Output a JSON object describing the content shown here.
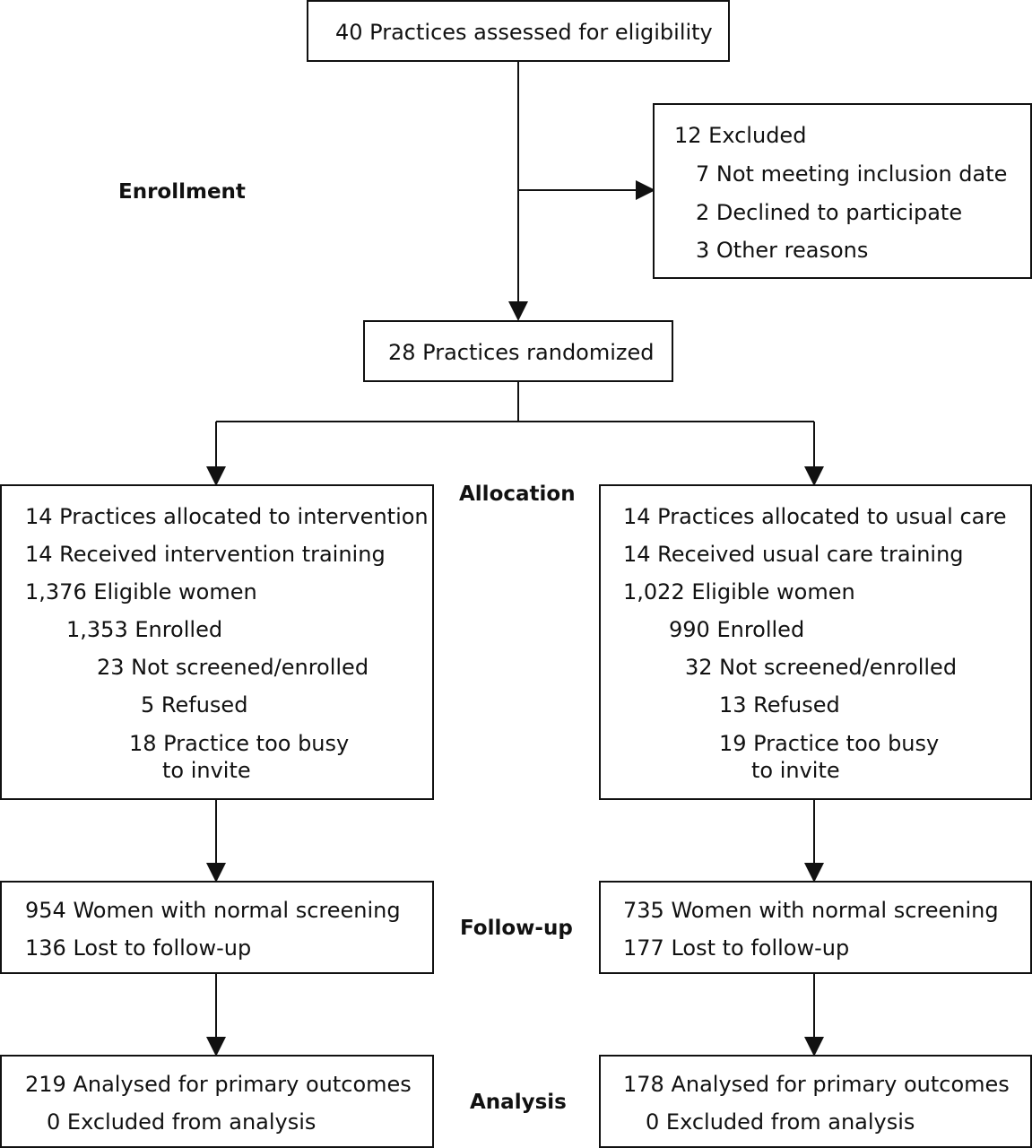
{
  "stages": {
    "enrollment": "Enrollment",
    "allocation": "Allocation",
    "followup": "Follow-up",
    "analysis": "Analysis"
  },
  "assessed": "40 Practices assessed for eligibility",
  "excluded": {
    "title": "12 Excluded",
    "reasons": [
      "7 Not meeting inclusion date",
      "2 Declined to participate",
      "3 Other reasons"
    ]
  },
  "randomized": "28 Practices randomized",
  "intervention": {
    "allocation": {
      "allocated": "14 Practices allocated to intervention",
      "training": "14 Received intervention training",
      "eligible": "1,376 Eligible women",
      "enrolled": "1,353 Enrolled",
      "not_screened": "23 Not screened/enrolled",
      "refused": "5 Refused",
      "too_busy_1": "18 Practice too busy",
      "too_busy_2": "to invite"
    },
    "followup": {
      "normal": "954 Women with normal screening",
      "lost": "136 Lost to follow-up"
    },
    "analysis": {
      "analysed": "219 Analysed for primary outcomes",
      "excluded": "0 Excluded from analysis"
    }
  },
  "usual_care": {
    "allocation": {
      "allocated": "14 Practices allocated to usual care",
      "training": "14 Received usual care training",
      "eligible": "1,022 Eligible women",
      "enrolled": "990 Enrolled",
      "not_screened": "32 Not screened/enrolled",
      "refused": "13 Refused",
      "too_busy_1": "19 Practice too busy",
      "too_busy_2": "to invite"
    },
    "followup": {
      "normal": "735 Women with normal screening",
      "lost": "177 Lost to follow-up"
    },
    "analysis": {
      "analysed": "178 Analysed for primary outcomes",
      "excluded": "0 Excluded from analysis"
    }
  }
}
